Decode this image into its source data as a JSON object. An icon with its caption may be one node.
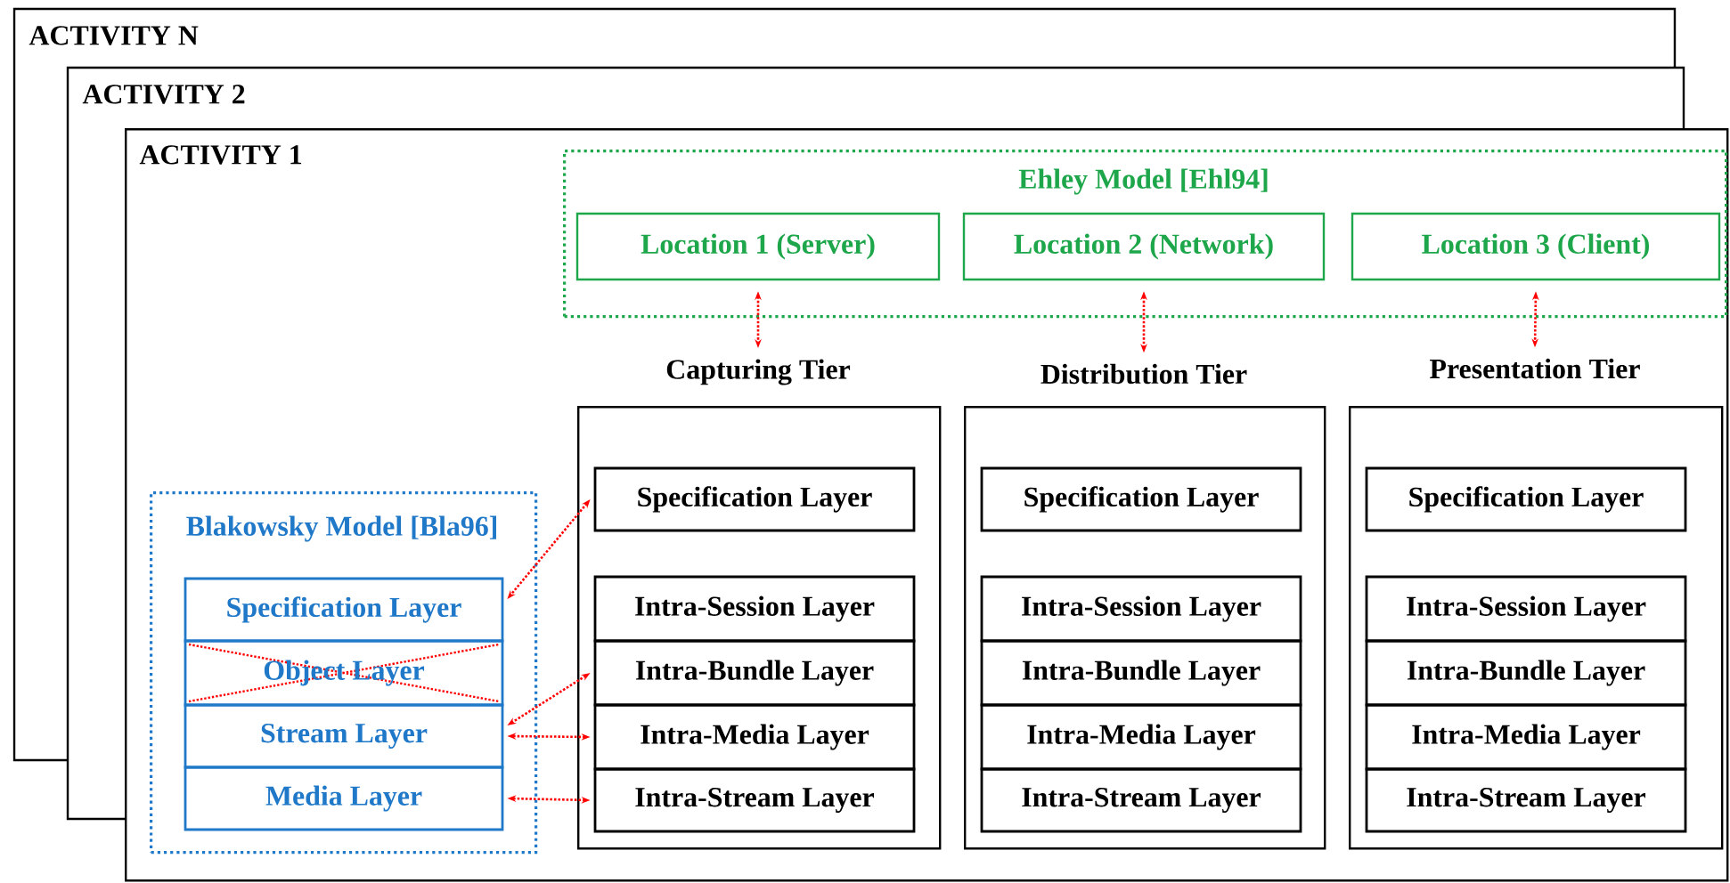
{
  "diagram": {
    "nodes": [
      {
        "text": [
          "ACTIVITY N"
        ]
      },
      {
        "text": [
          "ACTIVITY 2"
        ]
      },
      {
        "text": [
          "ACTIVITY 1"
        ]
      },
      {
        "text": [
          "Ehley Model [Ehl94]"
        ],
        "in": 2
      },
      {
        "text": [
          "Location 1 (Server)"
        ],
        "in": 3
      },
      {
        "text": [
          "Location 2 (Network)"
        ],
        "in": 3
      },
      {
        "text": [
          "Location 3 (Client)"
        ],
        "in": 3
      },
      {
        "text": [
          "Capturing Tier"
        ],
        "in": 2
      },
      {
        "text": [
          "Specification Layer"
        ],
        "in": 7
      },
      {
        "text": [
          "Intra-Session Layer"
        ],
        "in": 7
      },
      {
        "text": [
          "Intra-Bundle Layer"
        ],
        "in": 7
      },
      {
        "text": [
          "Intra-Media Layer"
        ],
        "in": 7
      },
      {
        "text": [
          "Intra-Stream Layer"
        ],
        "in": 7
      },
      {
        "text": [
          "Distribution Tier"
        ],
        "in": 2
      },
      {
        "text": [
          "Specification Layer"
        ],
        "in": 13
      },
      {
        "text": [
          "Intra-Session Layer"
        ],
        "in": 13
      },
      {
        "text": [
          "Intra-Bundle Layer"
        ],
        "in": 13
      },
      {
        "text": [
          "Intra-Media Layer"
        ],
        "in": 13
      },
      {
        "text": [
          "Intra-Stream Layer"
        ],
        "in": 13
      },
      {
        "text": [
          "Presentation Tier"
        ],
        "in": 2
      },
      {
        "text": [
          "Specification Layer"
        ],
        "in": 19
      },
      {
        "text": [
          "Intra-Session Layer"
        ],
        "in": 19
      },
      {
        "text": [
          "Intra-Bundle Layer"
        ],
        "in": 19
      },
      {
        "text": [
          "Intra-Media Layer"
        ],
        "in": 19
      },
      {
        "text": [
          "Intra-Stream Layer"
        ],
        "in": 19
      },
      {
        "text": [
          "Blakowsky Model [Bla96]"
        ],
        "in": 2
      },
      {
        "text": [
          "Specification Layer"
        ],
        "in": 25
      },
      {
        "text": [
          "Object Layer"
        ],
        "in": 25
      },
      {
        "text": [
          "Stream Layer"
        ],
        "in": 25
      },
      {
        "text": [
          "Media Layer"
        ],
        "in": 25
      }
    ],
    "edges": [
      {
        "from": 4,
        "to": 7,
        "arrow": "both"
      },
      {
        "from": 5,
        "to": 13,
        "arrow": "both"
      },
      {
        "from": 6,
        "to": 19,
        "arrow": "both"
      },
      {
        "from": 8,
        "to": 26,
        "arrow": "both"
      },
      {
        "from": 10,
        "to": 28,
        "arrow": "both"
      },
      {
        "from": 11,
        "to": 28,
        "arrow": "both"
      },
      {
        "from": 12,
        "to": 29,
        "arrow": "both"
      }
    ]
  }
}
